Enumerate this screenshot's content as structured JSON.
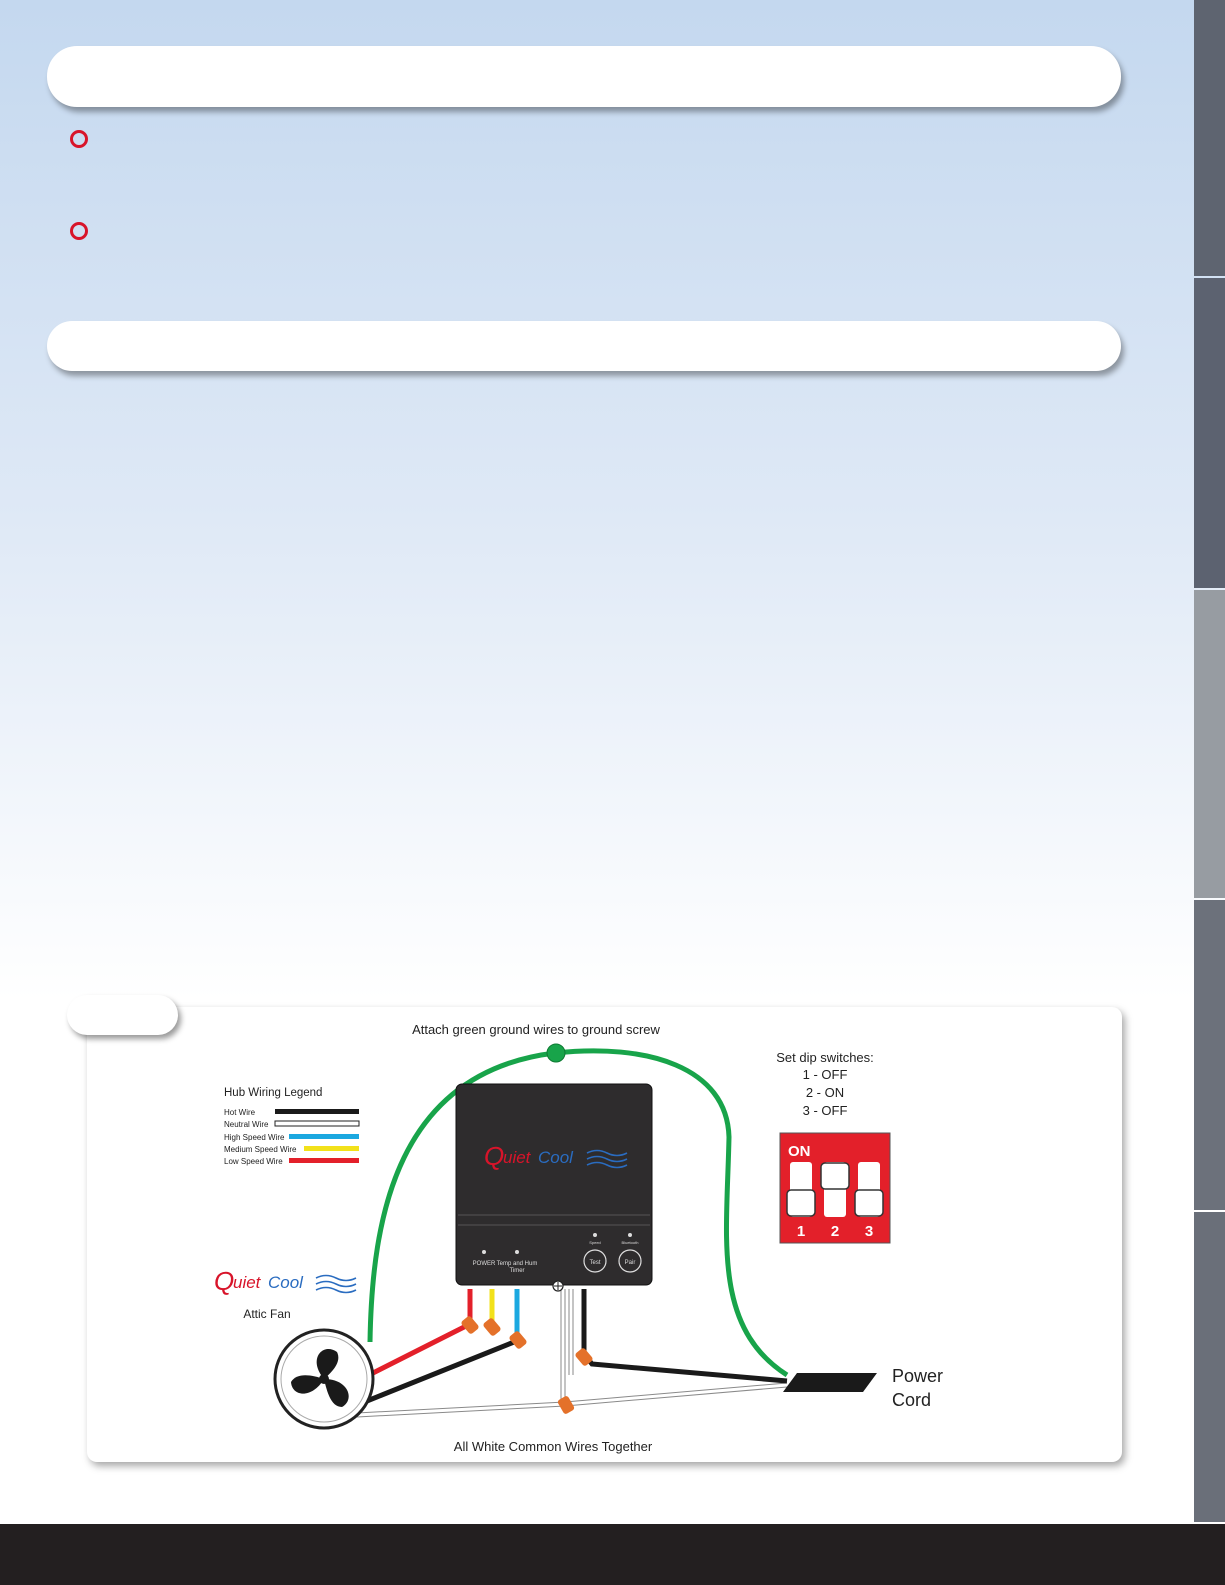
{
  "diagram": {
    "ground_note": "Attach green ground wires to ground screw",
    "dip": {
      "title": "Set dip switches:",
      "settings": [
        "1 - OFF",
        "2 - ON",
        "3 - OFF"
      ],
      "on_label": "ON",
      "numbers": [
        "1",
        "2",
        "3"
      ],
      "states": [
        "off",
        "on",
        "off"
      ]
    },
    "legend": {
      "title": "Hub Wiring Legend",
      "items": [
        {
          "label": "Hot Wire",
          "color": "#1a1a1a"
        },
        {
          "label": "Neutral Wire",
          "color": "#ffffff"
        },
        {
          "label": "High Speed Wire",
          "color": "#1ba8e0"
        },
        {
          "label": "Medium Speed Wire",
          "color": "#f2e11a"
        },
        {
          "label": "Low Speed Wire",
          "color": "#e3202a"
        }
      ]
    },
    "hub": {
      "brand_first": "Q",
      "brand_mid": "uiet",
      "brand_last": "Cool",
      "power_label": "POWER",
      "temp_label_1": "Temp and Hum",
      "temp_label_2": "Timer",
      "speed_label": "Speed",
      "bluetooth_label": "Bluetooth",
      "test_label": "Test",
      "pair_label": "Pair"
    },
    "fan_logo": {
      "first": "Q",
      "mid": "uiet",
      "last": "Cool"
    },
    "fan_label": "Attic Fan",
    "power_cord_label_1": "Power",
    "power_cord_label_2": "Cord",
    "common_note": "All White Common Wires Together",
    "colors": {
      "ground": "#18a44a",
      "hub_body": "#2e2c2d",
      "dip_red": "#e3202a",
      "wire_nut": "#e4712a",
      "brand_red": "#d8142a",
      "brand_blue": "#2a6cc0"
    }
  }
}
